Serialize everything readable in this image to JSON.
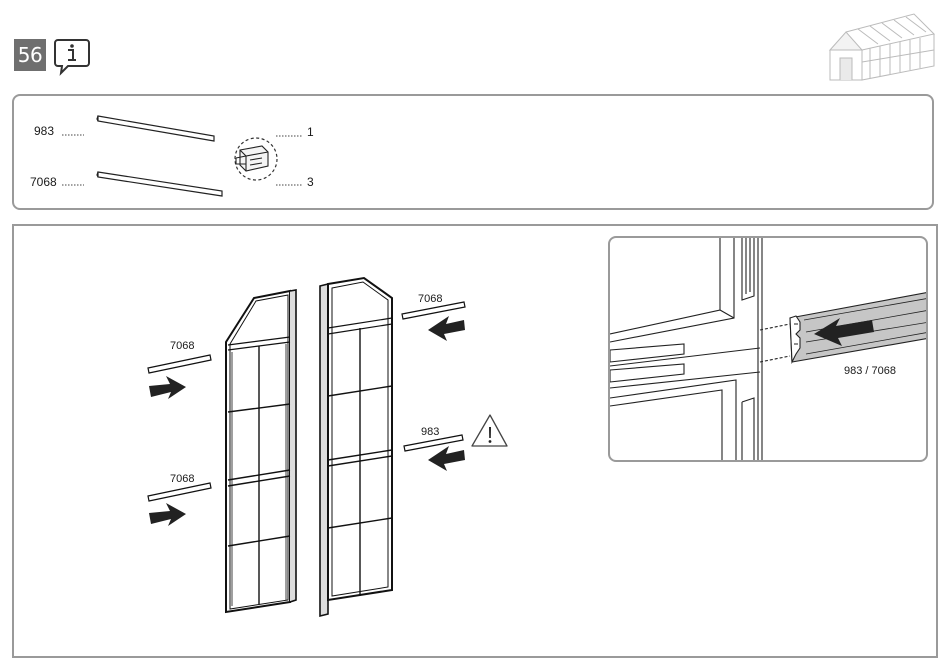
{
  "step": {
    "number": "56"
  },
  "parts": {
    "rail_short_code": "983",
    "rail_long_code": "7068",
    "connector_qty_a": "1",
    "connector_qty_b": "3"
  },
  "main": {
    "label_left_top": "7068",
    "label_left_bottom": "7068",
    "label_right_top": "7068",
    "label_right_bottom": "983",
    "detail_label": "983 / 7068"
  },
  "icons": {
    "info": "info-speech-icon",
    "house": "greenhouse-icon",
    "warning": "warning-triangle-icon",
    "arrow": "push-arrow-icon"
  }
}
